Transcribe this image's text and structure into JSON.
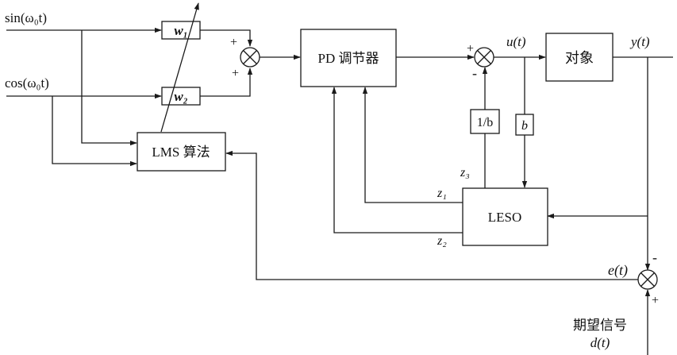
{
  "inputs": {
    "sin": "sin(ω₀t)",
    "cos": "cos(ω₀t)"
  },
  "blocks": {
    "w1": "w₁",
    "w2": "w₂",
    "lms": "LMS 算法",
    "pd": "PD 调节器",
    "plant": "对象",
    "leso": "LESO",
    "inv_b": "1/b",
    "b": "b"
  },
  "signals": {
    "u": "u(t)",
    "y": "y(t)",
    "e": "e(t)",
    "z1": "z₁",
    "z2": "z₂",
    "z3": "z₃",
    "desired_label": "期望信号",
    "d": "d(t)"
  },
  "signs": {
    "sum1_top": "+",
    "sum1_bottom": "+",
    "sum2_left": "+",
    "sum2_bottom": "-",
    "sum3_top": "-",
    "sum3_bottom": "+"
  }
}
